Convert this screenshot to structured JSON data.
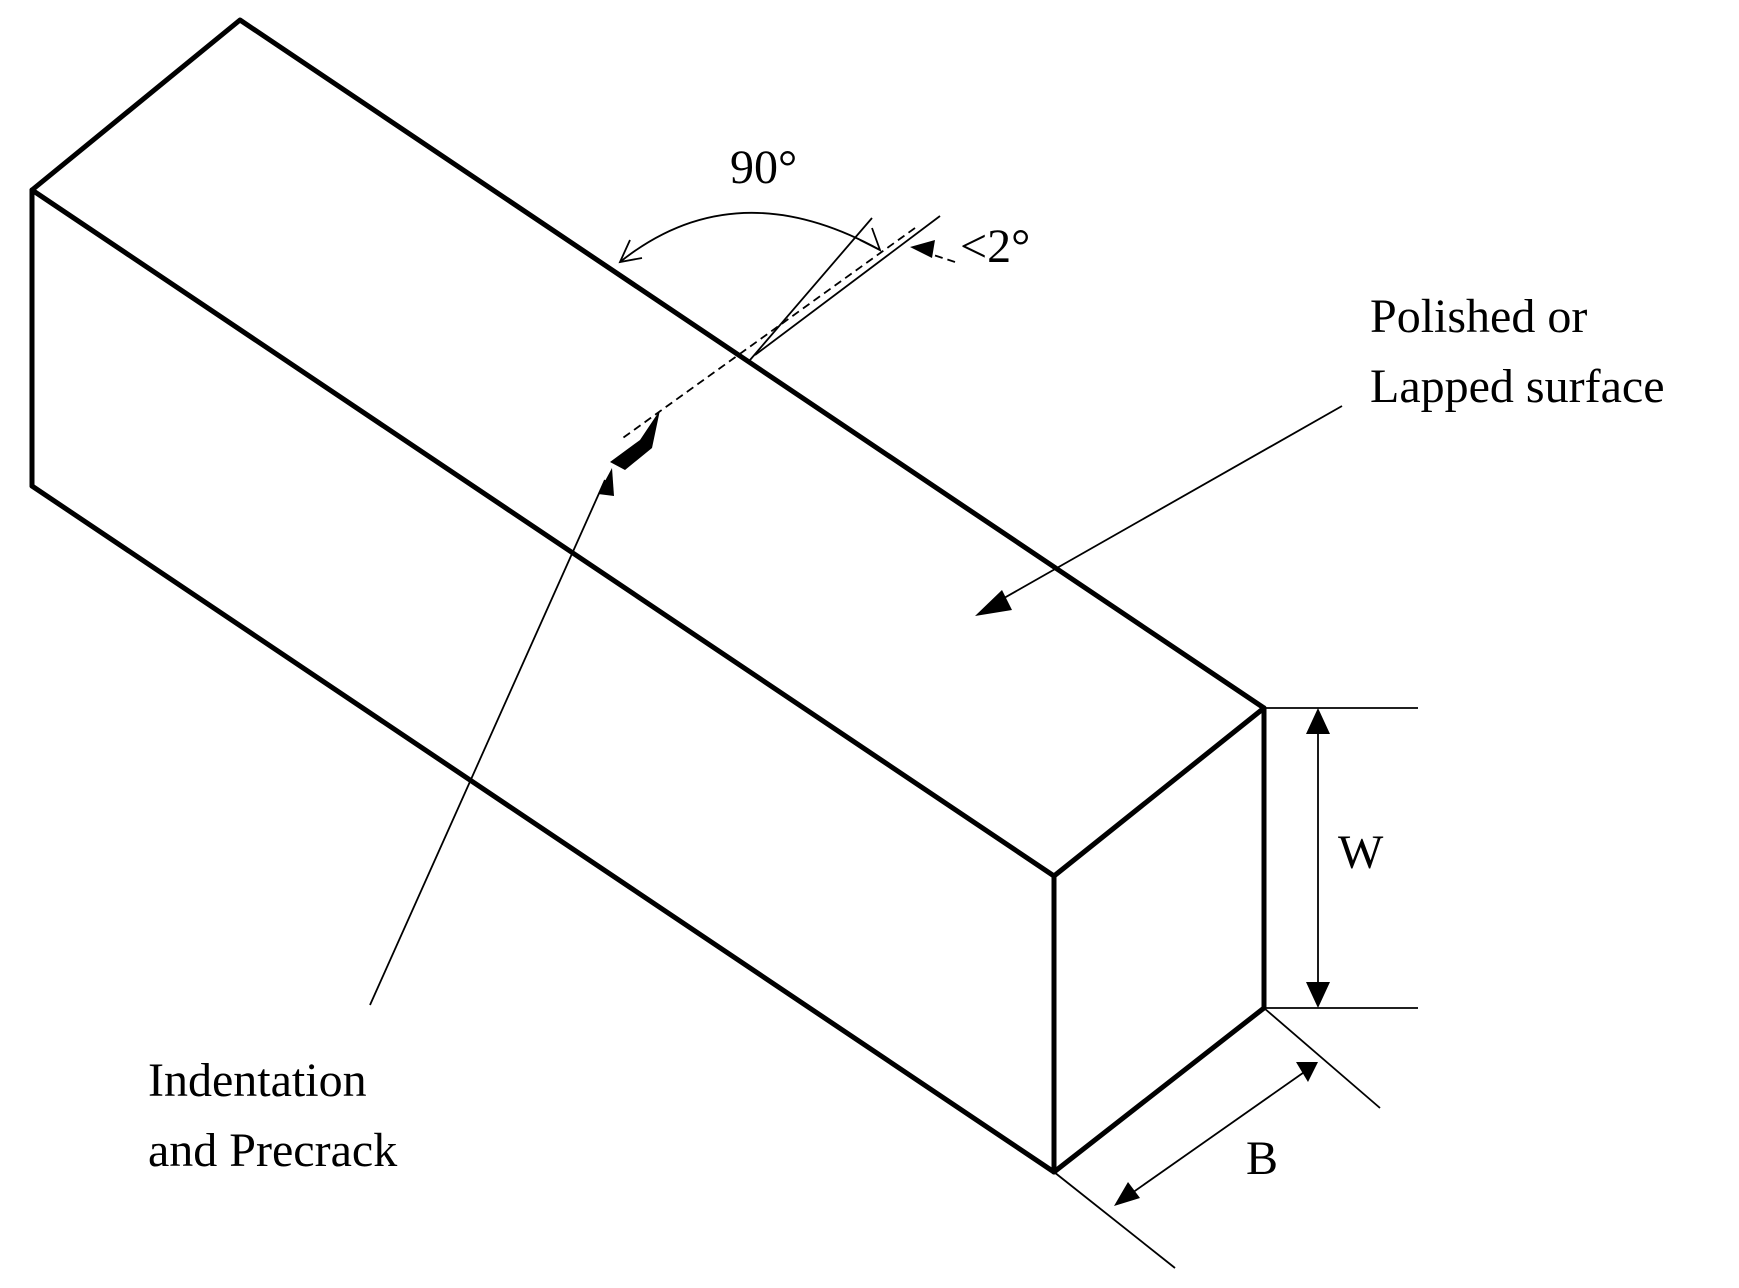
{
  "labels": {
    "angle_90": "90°",
    "angle_tilt": "<2°",
    "surface_line1": "Polished or",
    "surface_line2": "Lapped surface",
    "width": "W",
    "breadth": "B",
    "indent_line1": "Indentation",
    "indent_line2": "and Precrack"
  },
  "colors": {
    "stroke": "#000000",
    "background": "#ffffff"
  }
}
